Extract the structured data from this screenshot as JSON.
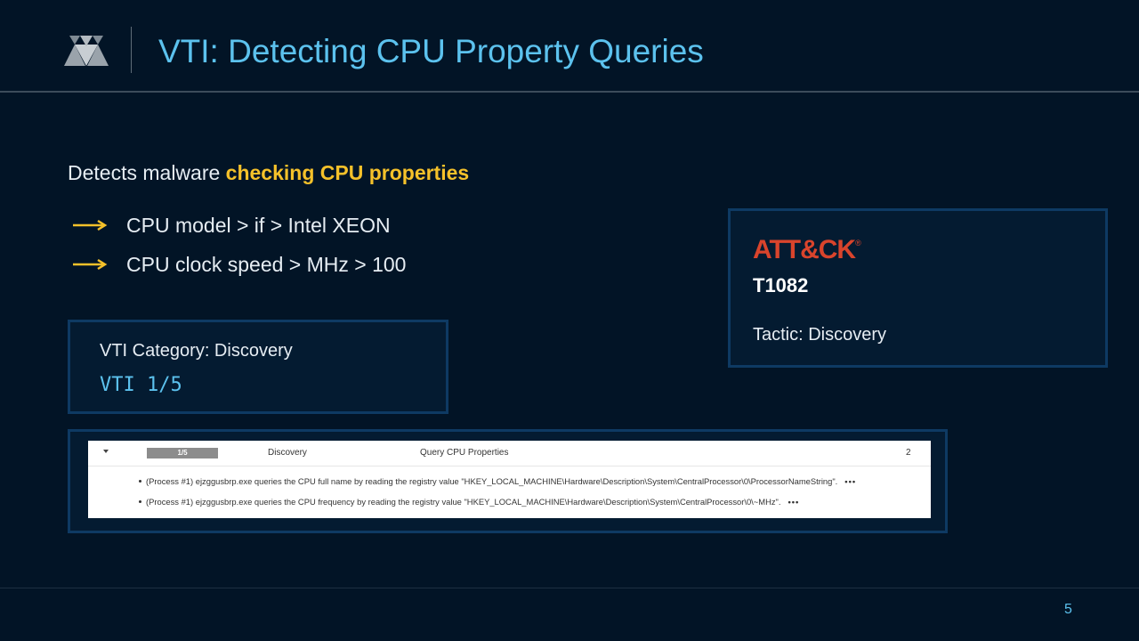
{
  "header": {
    "title": "VTI: Detecting CPU Property Queries",
    "logo_icon": "vmray-logo-icon"
  },
  "intro": {
    "lead": "Detects malware ",
    "highlight": "checking CPU properties",
    "highlight_color": "#f5c12a"
  },
  "bullets": [
    {
      "icon": "arrow-right-icon",
      "text": "CPU model > if > Intel XEON"
    },
    {
      "icon": "arrow-right-icon",
      "text": "CPU clock speed > MHz > 100"
    }
  ],
  "vti_box": {
    "category": "VTI Category: Discovery",
    "score": "VTI 1/5"
  },
  "attck_box": {
    "logo_text": "ATT&CK",
    "logo_mark": "®",
    "technique_id": "T1082",
    "tactic": "Tactic: Discovery",
    "logo_color": "#d9442c"
  },
  "screenshot": {
    "toggle_icon": "caret-down-icon",
    "score_label": "1/5",
    "score_fraction": 0.2,
    "category": "Discovery",
    "operation": "Query CPU Properties",
    "count": "2",
    "details": [
      "(Process #1) ejzggusbrp.exe queries the CPU full name by reading the registry value \"HKEY_LOCAL_MACHINE\\Hardware\\Description\\System\\CentralProcessor\\0\\ProcessorNameString\".",
      "(Process #1) ejzggusbrp.exe queries the CPU frequency by reading the registry value \"HKEY_LOCAL_MACHINE\\Hardware\\Description\\System\\CentralProcessor\\0\\~MHz\"."
    ],
    "more_label": "•••"
  },
  "footer": {
    "page_number": "5"
  },
  "colors": {
    "background": "#021426",
    "accent_blue": "#5cc2ee",
    "box_border": "#0e3a63"
  }
}
